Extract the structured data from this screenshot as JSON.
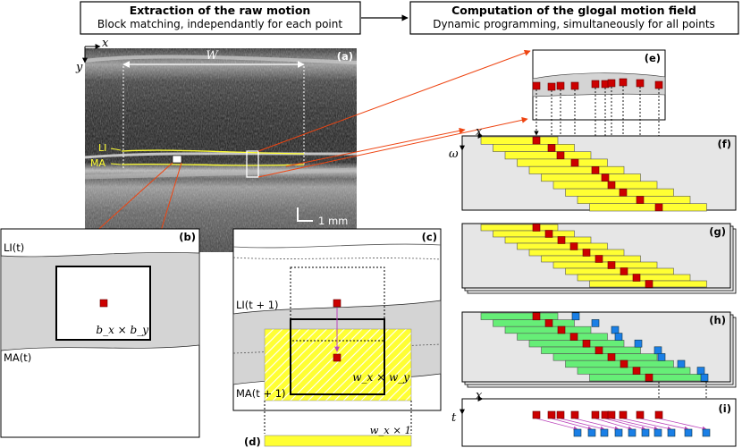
{
  "header": {
    "left": {
      "title": "Extraction of the raw motion",
      "subtitle": "Block matching, independantly for each point"
    },
    "right": {
      "title": "Computation of the glogal motion field",
      "subtitle": "Dynamic programming, simultaneously for all points"
    }
  },
  "panel_labels": {
    "a": "(a)",
    "b": "(b)",
    "c": "(c)",
    "d": "(d)",
    "e": "(e)",
    "f": "(f)",
    "g": "(g)",
    "h": "(h)",
    "i": "(i)"
  },
  "ultrasound": {
    "x_axis": "x",
    "y_axis": "y",
    "width_label": "W",
    "li_label": "LI",
    "ma_label": "MA",
    "scale_bar": "1 mm"
  },
  "panel_b": {
    "li_label": "LI(t)",
    "ma_label": "MA(t)",
    "block_size": "b_x × b_y"
  },
  "panel_c": {
    "li_label": "LI(t + 1)",
    "ma_label": "MA(t + 1)",
    "search_size": "w_x × w_y"
  },
  "panel_d": {
    "size": "w_x × 1"
  },
  "dp_axes": {
    "f_x": "x",
    "f_omega": "ω",
    "i_x": "x",
    "i_t": "t"
  },
  "colors": {
    "marker_red": "#cc0000",
    "marker_blue": "#1a7fe6",
    "band_yellow": "#ffff33",
    "band_green": "#66ee77",
    "tissue_gray": "#d4d4d4",
    "arrow_orange": "#ee4411",
    "arrow_purple": "#bb44bb"
  }
}
